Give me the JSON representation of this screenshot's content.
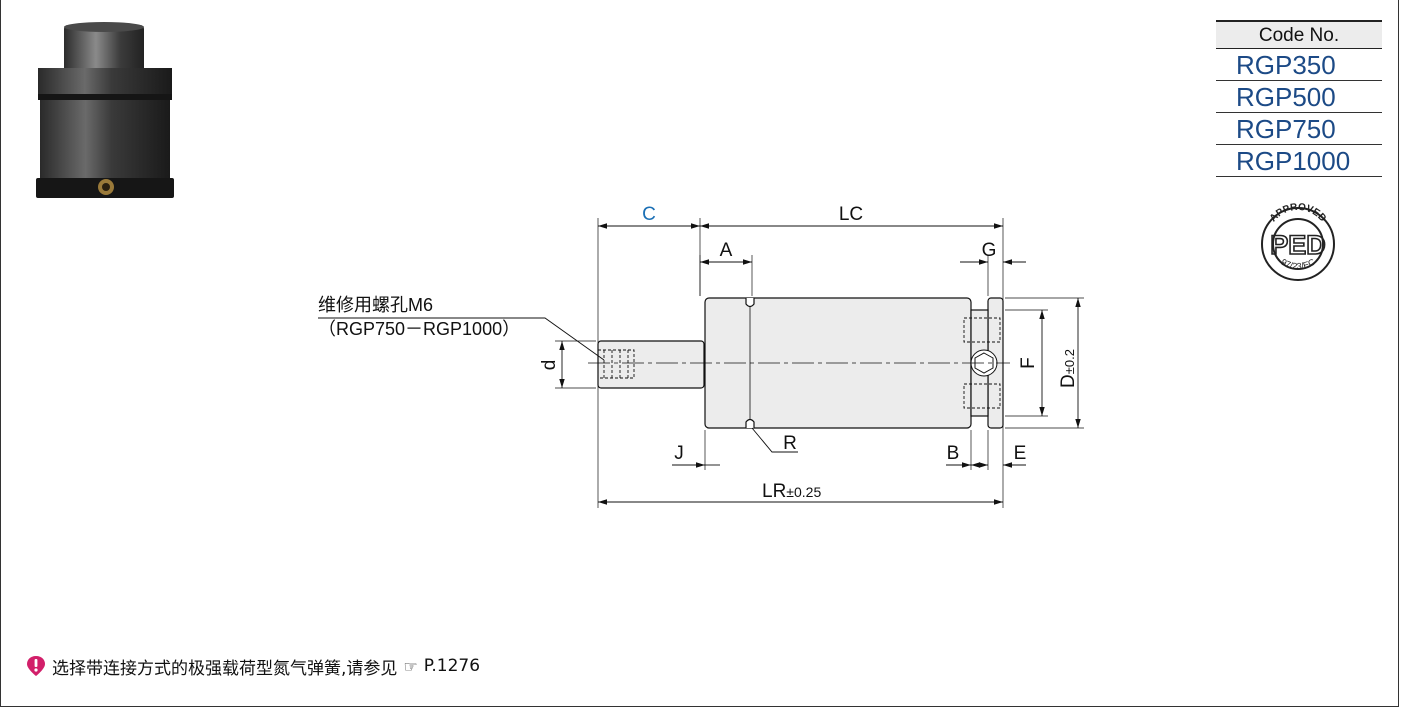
{
  "code_table": {
    "header": "Code No.",
    "codes": [
      "RGP350",
      "RGP500",
      "RGP750",
      "RGP1000"
    ]
  },
  "ped_badge": {
    "top_text": "APPROVED",
    "letters": "PED",
    "bottom_text": "97/23/EC"
  },
  "drawing": {
    "callout_line1": "维修用螺孔M6",
    "callout_line2": "（RGP750－RGP1000）",
    "dims": {
      "C": "C",
      "LC": "LC",
      "A": "A",
      "G": "G",
      "d": "d",
      "F": "F",
      "D": "D",
      "D_tol": "±0.2",
      "J": "J",
      "R": "R",
      "B": "B",
      "E": "E",
      "LR": "LR",
      "LR_tol": "±0.25"
    },
    "colors": {
      "highlight": "#1a6fb5",
      "line": "#111111"
    }
  },
  "note": {
    "text": "选择带连接方式的极强载荷型氮气弹簧,请参见",
    "ref_icon": "pointing-hand-icon",
    "page_ref": "P.1276"
  }
}
